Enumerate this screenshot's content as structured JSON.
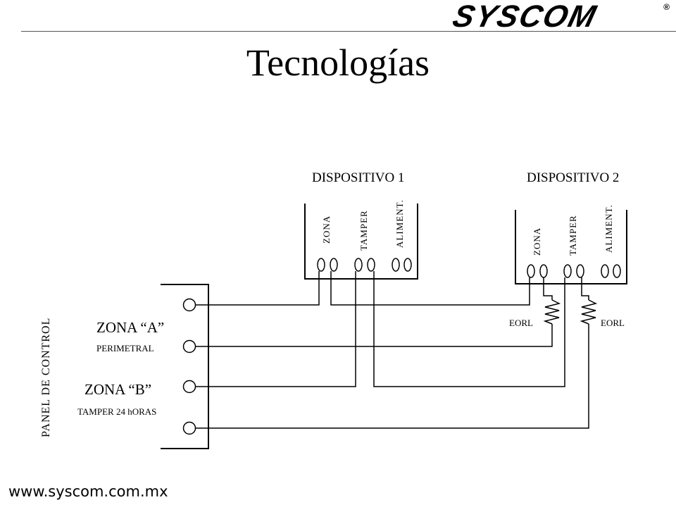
{
  "logo": {
    "text": "SYSCOM",
    "mark": "®"
  },
  "title": "Tecnologías",
  "footer": {
    "url": "www.syscom.com.mx"
  },
  "panel": {
    "label": "PANEL DE CONTROL",
    "zone_a": "ZONA “A”",
    "zone_a_sub": "PERIMETRAL",
    "zone_b": "ZONA “B”",
    "zone_b_sub": "TAMPER 24 hORAS"
  },
  "device1": {
    "title": "DISPOSITIVO 1",
    "zona": "ZONA",
    "tamper": "TAMPER",
    "aliment": "ALIMENT."
  },
  "device2": {
    "title": "DISPOSITIVO 2",
    "zona": "ZONA",
    "tamper": "TAMPER",
    "aliment": "ALIMENT."
  },
  "eorl": {
    "left": "EORL",
    "right": "EORL"
  },
  "colors": {
    "line": "#000000",
    "background": "#ffffff"
  }
}
